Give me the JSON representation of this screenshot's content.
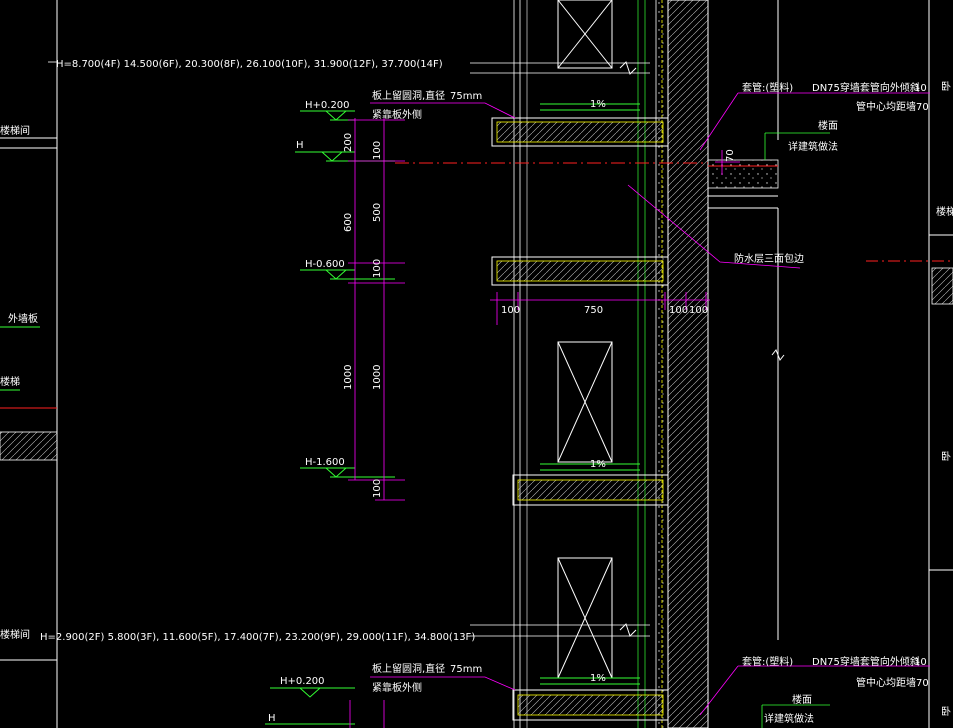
{
  "drawing": {
    "colors": {
      "background": "#000000",
      "wall": "#ffffff",
      "dimension": "#ff00ff",
      "leader": "#ff00ff",
      "elevation": "#33ff33",
      "insulation": "#ffff00",
      "centerline": "#ff2020"
    },
    "level_lists": {
      "upper": "H=8.700(4F) 14.500(6F), 20.300(8F), 26.100(10F), 31.900(12F), 37.700(14F)",
      "lower": "H=2.900(2F) 5.800(3F), 11.600(5F), 17.400(7F), 23.200(9F), 29.000(11F), 34.800(13F)"
    },
    "elevations": {
      "h_plus_0200": "H+0.200",
      "h": "H",
      "h_minus_0600": "H-0.600",
      "h_minus_1600": "H-1.600"
    },
    "dimensions": {
      "d200": "200",
      "d100a": "100",
      "d600": "600",
      "d500": "500",
      "d100b": "100",
      "d1000a": "1000",
      "d1000b": "1000",
      "d100c": "100",
      "h100a": "100",
      "h750": "750",
      "h100b": "100",
      "h100c": "100",
      "d70": "70",
      "mm75": "75mm"
    },
    "notes": {
      "slab_hole_1": "板上留圆洞,直径",
      "slab_hole_2": "紧靠板外侧",
      "sleeve": "套管:(塑料)",
      "dn75": "DN75穿墙套管向外倾斜",
      "dn75_value": "10",
      "pipe_center": "管中心均距墙",
      "pipe_center_value": "70",
      "floor": "楼面",
      "floor_method": "详建筑做法",
      "waterproof": "防水层三面包边",
      "left_stair": "楼梯间",
      "left_wall_panel": "外墙板",
      "left_stair_2": "楼梯",
      "right_stair": "楼梯",
      "right_char": "卧"
    },
    "window_mark": "1%"
  }
}
